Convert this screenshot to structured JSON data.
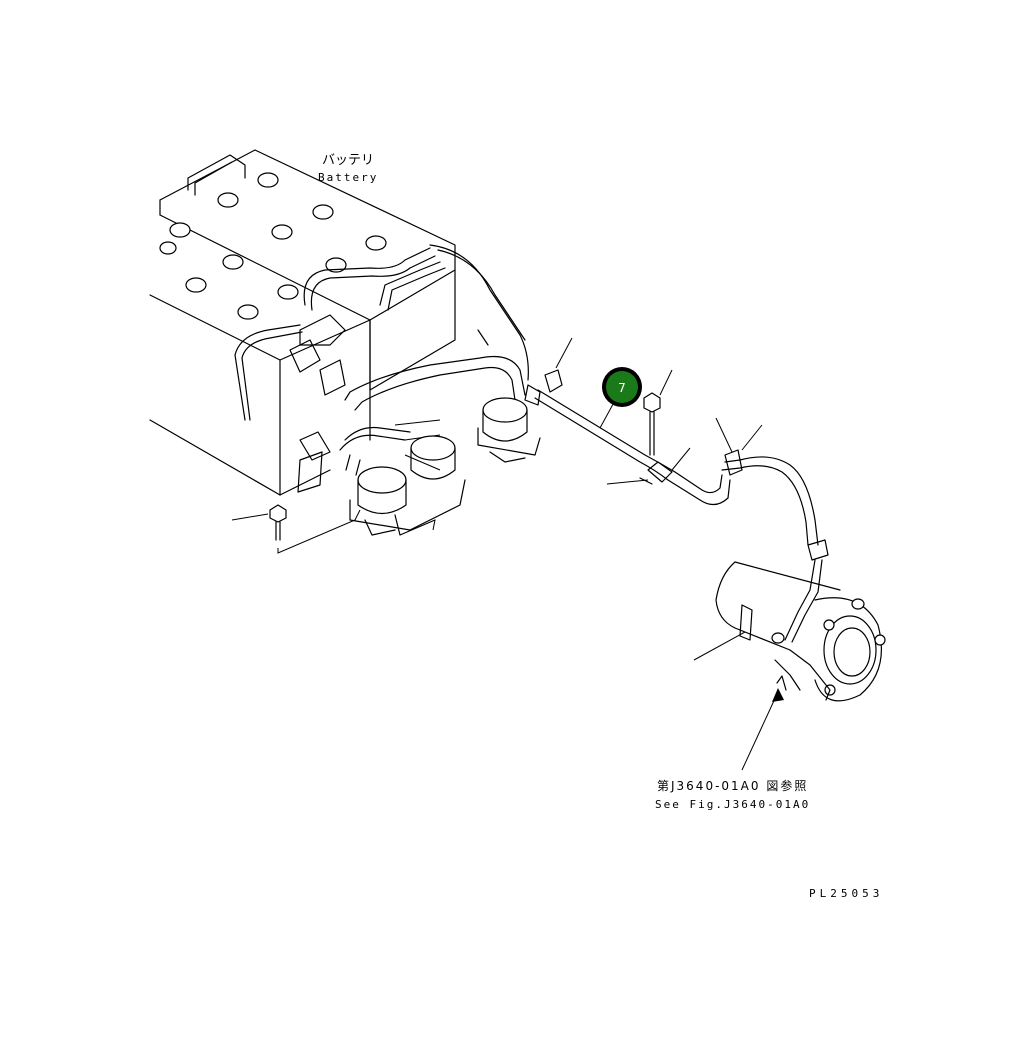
{
  "labels": {
    "battery_jp": "バッテリ",
    "battery_en": "Battery",
    "see_fig_jp": "第J3640-01A0 図参照",
    "see_fig_en": "See Fig.J3640-01A0",
    "drawing_number": "PL25053"
  },
  "callout": {
    "number": "7",
    "color": "#1a7a1a",
    "ring_color": "#000000"
  },
  "colors": {
    "line": "#000000",
    "background": "#ffffff"
  }
}
